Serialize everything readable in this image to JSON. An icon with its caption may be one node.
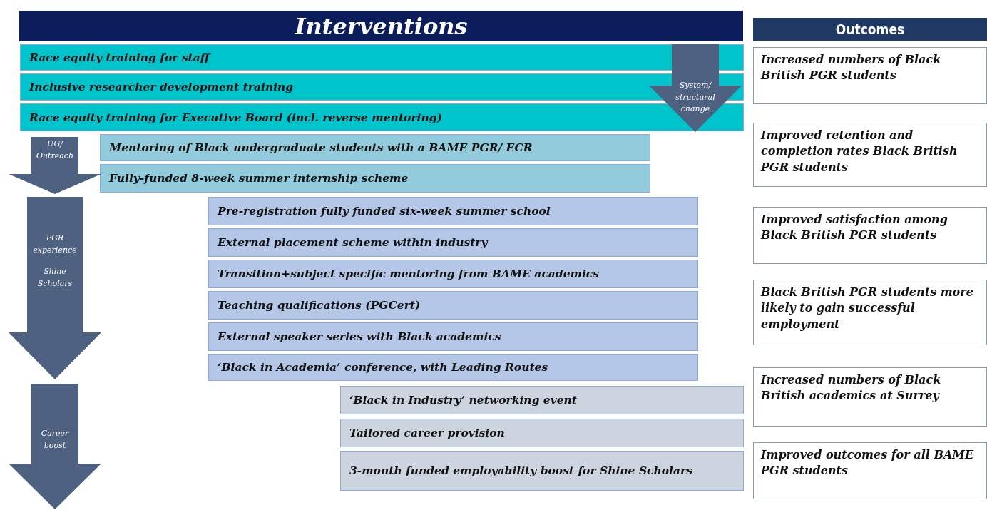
{
  "diagram": {
    "nodes": [
      {
        "text": [
          "Interventions"
        ]
      },
      {
        "text": [
          "Outcomes"
        ]
      },
      {
        "text": [
          "Race equity training for staff"
        ]
      },
      {
        "text": [
          "Inclusive researcher development training"
        ]
      },
      {
        "text": [
          "Race equity training for Executive Board (incl. reverse mentoring)"
        ]
      },
      {
        "text": [
          "System/ structural change"
        ]
      },
      {
        "text": [
          "UG/ Outreach"
        ]
      },
      {
        "text": [
          "Mentoring of Black undergraduate students with a BAME PGR/ ECR"
        ]
      },
      {
        "text": [
          "Fully-funded 8-week summer internship scheme"
        ]
      },
      {
        "text": [
          "PGR experience",
          "Shine Scholars"
        ]
      },
      {
        "text": [
          "Pre-registration fully funded six-week summer school"
        ]
      },
      {
        "text": [
          "External placement scheme within industry"
        ]
      },
      {
        "text": [
          "Transition+subject specific mentoring from BAME academics"
        ]
      },
      {
        "text": [
          "Teaching qualifications (PGCert)"
        ]
      },
      {
        "text": [
          "External speaker series with Black academics"
        ]
      },
      {
        "text": [
          "‘Black in Academia’ conference, with Leading Routes"
        ]
      },
      {
        "text": [
          "Career boost"
        ]
      },
      {
        "text": [
          "‘Black in Industry’ networking event"
        ]
      },
      {
        "text": [
          "Tailored career provision"
        ]
      },
      {
        "text": [
          "3-month funded employability boost for Shine Scholars"
        ]
      },
      {
        "text": [
          "Increased numbers of Black British PGR students"
        ]
      },
      {
        "text": [
          "Improved retention and completion rates Black British PGR students"
        ]
      },
      {
        "text": [
          "Improved satisfaction among Black British PGR students"
        ]
      },
      {
        "text": [
          "Black British PGR students more likely to gain successful employment"
        ]
      },
      {
        "text": [
          "Increased numbers of Black British academics at Surrey"
        ]
      },
      {
        "text": [
          "Improved outcomes for all BAME PGR students"
        ]
      }
    ]
  }
}
